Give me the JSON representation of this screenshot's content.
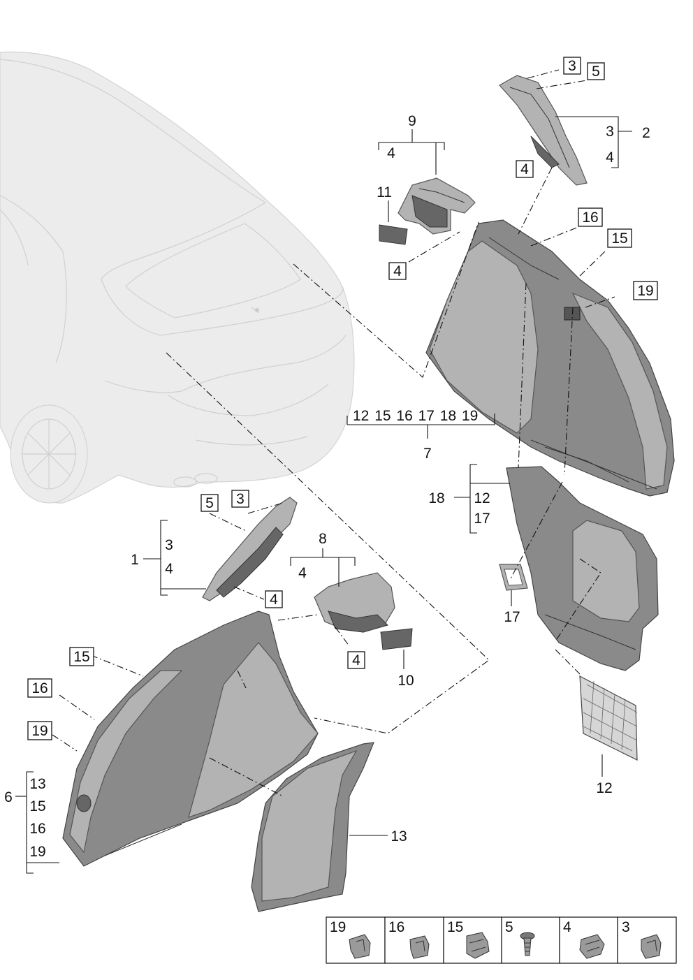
{
  "labels": {
    "l1": "1",
    "l2": "2",
    "l3_top": "3",
    "l4_top": "4",
    "l5_top": "5",
    "l3_br2": "3",
    "l4_br2": "4",
    "l4_box_top": "4",
    "l9": "9",
    "l4_br9": "4",
    "l11": "11",
    "l4_box9": "4",
    "l16_top": "16",
    "l15_top": "15",
    "l19_top": "19",
    "l7_row": "12 15 16 17 18 19",
    "l7": "7",
    "l18": "18",
    "l12_br18": "12",
    "l17_br18": "17",
    "l17": "17",
    "l12": "12",
    "l5_mid": "5",
    "l3_mid": "3",
    "l1_3": "3",
    "l1_4": "4",
    "l4_box1": "4",
    "l8": "8",
    "l4_br8": "4",
    "l4_box8": "4",
    "l10": "10",
    "l15_left": "15",
    "l16_left": "16",
    "l19_left": "19",
    "l6": "6",
    "l6_13": "13",
    "l6_15": "15",
    "l6_16": "16",
    "l6_19": "19",
    "l13": "13"
  },
  "legend_table": [
    {
      "num": "19",
      "icon": "clip-19-icon"
    },
    {
      "num": "16",
      "icon": "clip-16-icon"
    },
    {
      "num": "15",
      "icon": "clip-15-icon"
    },
    {
      "num": "5",
      "icon": "screw-5-icon"
    },
    {
      "num": "4",
      "icon": "clip-4-icon"
    },
    {
      "num": "3",
      "icon": "clip-3-icon"
    }
  ]
}
